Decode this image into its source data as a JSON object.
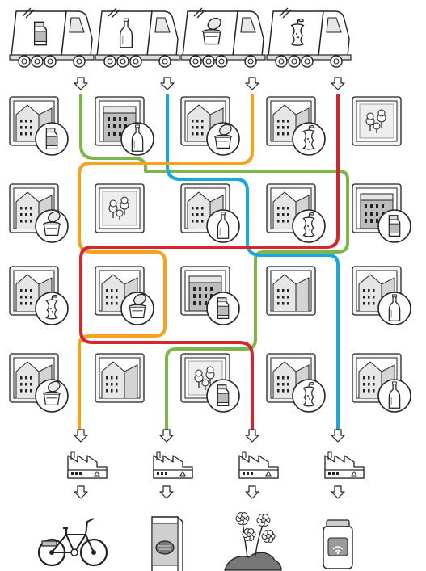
{
  "colors": {
    "green": "#7ab648",
    "blue": "#17a8e0",
    "orange": "#f7a21b",
    "red": "#d4262c",
    "tile_fill": "#f2f2f2",
    "tile_dark": "#c8c8c8"
  },
  "trucks": [
    {
      "name": "truck-carton",
      "icon": "milk-carton-icon",
      "color": "green"
    },
    {
      "name": "truck-glass",
      "icon": "glass-bottle-icon",
      "color": "blue"
    },
    {
      "name": "truck-food-waste",
      "icon": "compost-bin-icon",
      "color": "orange"
    },
    {
      "name": "truck-organic",
      "icon": "apple-core-icon",
      "color": "red"
    }
  ],
  "grid": [
    [
      {
        "type": "building",
        "waste": "carton"
      },
      {
        "type": "building-dark",
        "waste": "glass"
      },
      {
        "type": "building",
        "waste": "food-bin"
      },
      {
        "type": "building",
        "waste": "apple-core"
      },
      {
        "type": "park",
        "waste": ""
      }
    ],
    [
      {
        "type": "building",
        "waste": "food-bin"
      },
      {
        "type": "park",
        "waste": ""
      },
      {
        "type": "building",
        "waste": "glass"
      },
      {
        "type": "building",
        "waste": "apple-core"
      },
      {
        "type": "building-dark",
        "waste": "carton"
      }
    ],
    [
      {
        "type": "building",
        "waste": "apple-core"
      },
      {
        "type": "building",
        "waste": "food-bin"
      },
      {
        "type": "building-dark",
        "waste": "carton"
      },
      {
        "type": "building",
        "waste": ""
      },
      {
        "type": "building",
        "waste": "glass"
      }
    ],
    [
      {
        "type": "building",
        "waste": "food-bin"
      },
      {
        "type": "building",
        "waste": ""
      },
      {
        "type": "park",
        "waste": "carton"
      },
      {
        "type": "building",
        "waste": "apple-core"
      },
      {
        "type": "building",
        "waste": "glass"
      }
    ]
  ],
  "factories": [
    {
      "name": "factory-food-waste",
      "color": "orange"
    },
    {
      "name": "factory-carton",
      "color": "green"
    },
    {
      "name": "factory-organic",
      "color": "red"
    },
    {
      "name": "factory-glass",
      "color": "blue"
    }
  ],
  "products": [
    {
      "name": "bicycle",
      "icon": "bicycle-icon"
    },
    {
      "name": "cereal-box",
      "icon": "cereal-box-icon"
    },
    {
      "name": "compost-plants",
      "icon": "flowering-plant-icon"
    },
    {
      "name": "glass-jar",
      "icon": "glass-jar-icon"
    }
  ]
}
